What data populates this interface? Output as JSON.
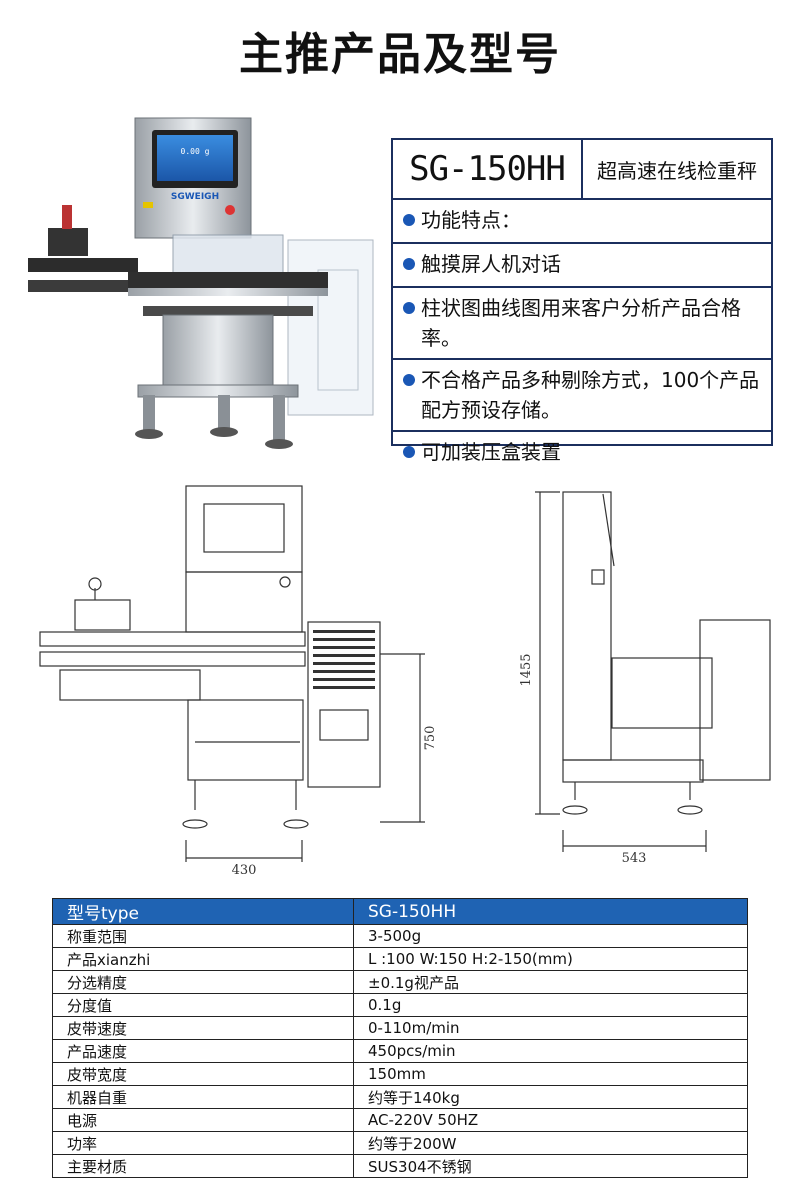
{
  "page_title": "主推产品及型号",
  "brand_label": "SGWEIGH",
  "screen_reading": "0.00 g",
  "features": {
    "model": "SG-150HH",
    "model_desc": "超高速在线检重秤",
    "items": [
      "功能特点：",
      "触摸屏人机对话",
      "柱状图曲线图用来客户分析产品合格率。",
      "不合格产品多种剔除方式，100个产品配方预设存储。",
      "可加装压盒装置"
    ]
  },
  "dimensions": {
    "height_front": "750",
    "width_front": "430",
    "height_side": "1455",
    "depth_side": "543"
  },
  "spec_table": {
    "header_key": "型号type",
    "header_val": "SG-150HH",
    "rows": [
      {
        "k": "称重范围",
        "v": "3-500g"
      },
      {
        "k": "产品xianzhi",
        "v": "L :100 W:150 H:2-150(mm)"
      },
      {
        "k": "分选精度",
        "v": "±0.1g视产品"
      },
      {
        "k": "分度值",
        "v": "0.1g"
      },
      {
        "k": "皮带速度",
        "v": "0-110m/min"
      },
      {
        "k": "产品速度",
        "v": "450pcs/min"
      },
      {
        "k": "皮带宽度",
        "v": "150mm"
      },
      {
        "k": "机器自重",
        "v": "约等于140kg"
      },
      {
        "k": "电源",
        "v": "AC-220V 50HZ"
      },
      {
        "k": "功率",
        "v": "约等于200W"
      },
      {
        "k": "主要材质",
        "v": "SUS304不锈钢"
      }
    ]
  },
  "colors": {
    "accent": "#1f63b3",
    "border": "#1b2f5e",
    "bullet": "#1a57b5"
  }
}
